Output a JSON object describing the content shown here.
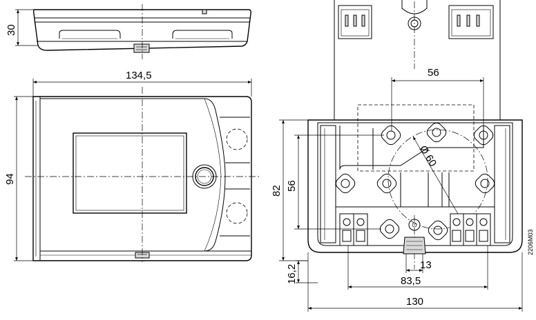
{
  "left_view": {
    "dim_height_top": "30",
    "dim_width": "134,5",
    "dim_height_front": "94"
  },
  "right_view": {
    "dim_hole_spacing": "56",
    "dim_diameter": "Ø 60",
    "dim_height_outer": "82",
    "dim_height_inner": "56",
    "dim_bottom_offset": "16,2",
    "dim_center_width": "13",
    "dim_terminal_span": "83,5",
    "dim_base_width": "130"
  },
  "drawing_code": "2206M03"
}
